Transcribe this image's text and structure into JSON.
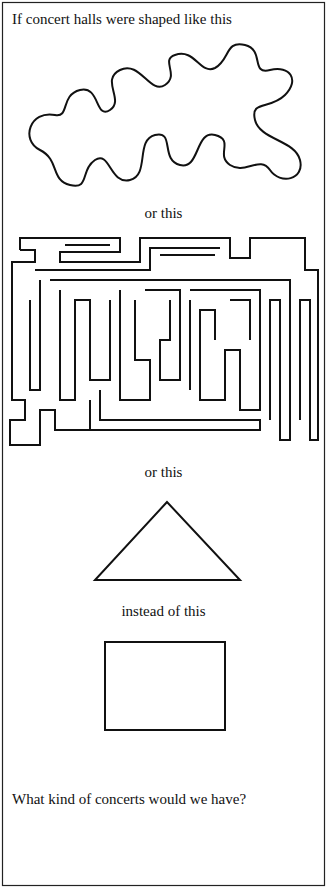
{
  "diagram": {
    "labels": [
      "If concert halls were shaped like this",
      "or this",
      "or this",
      "instead of this",
      "What kind of concerts would we have?"
    ]
  }
}
